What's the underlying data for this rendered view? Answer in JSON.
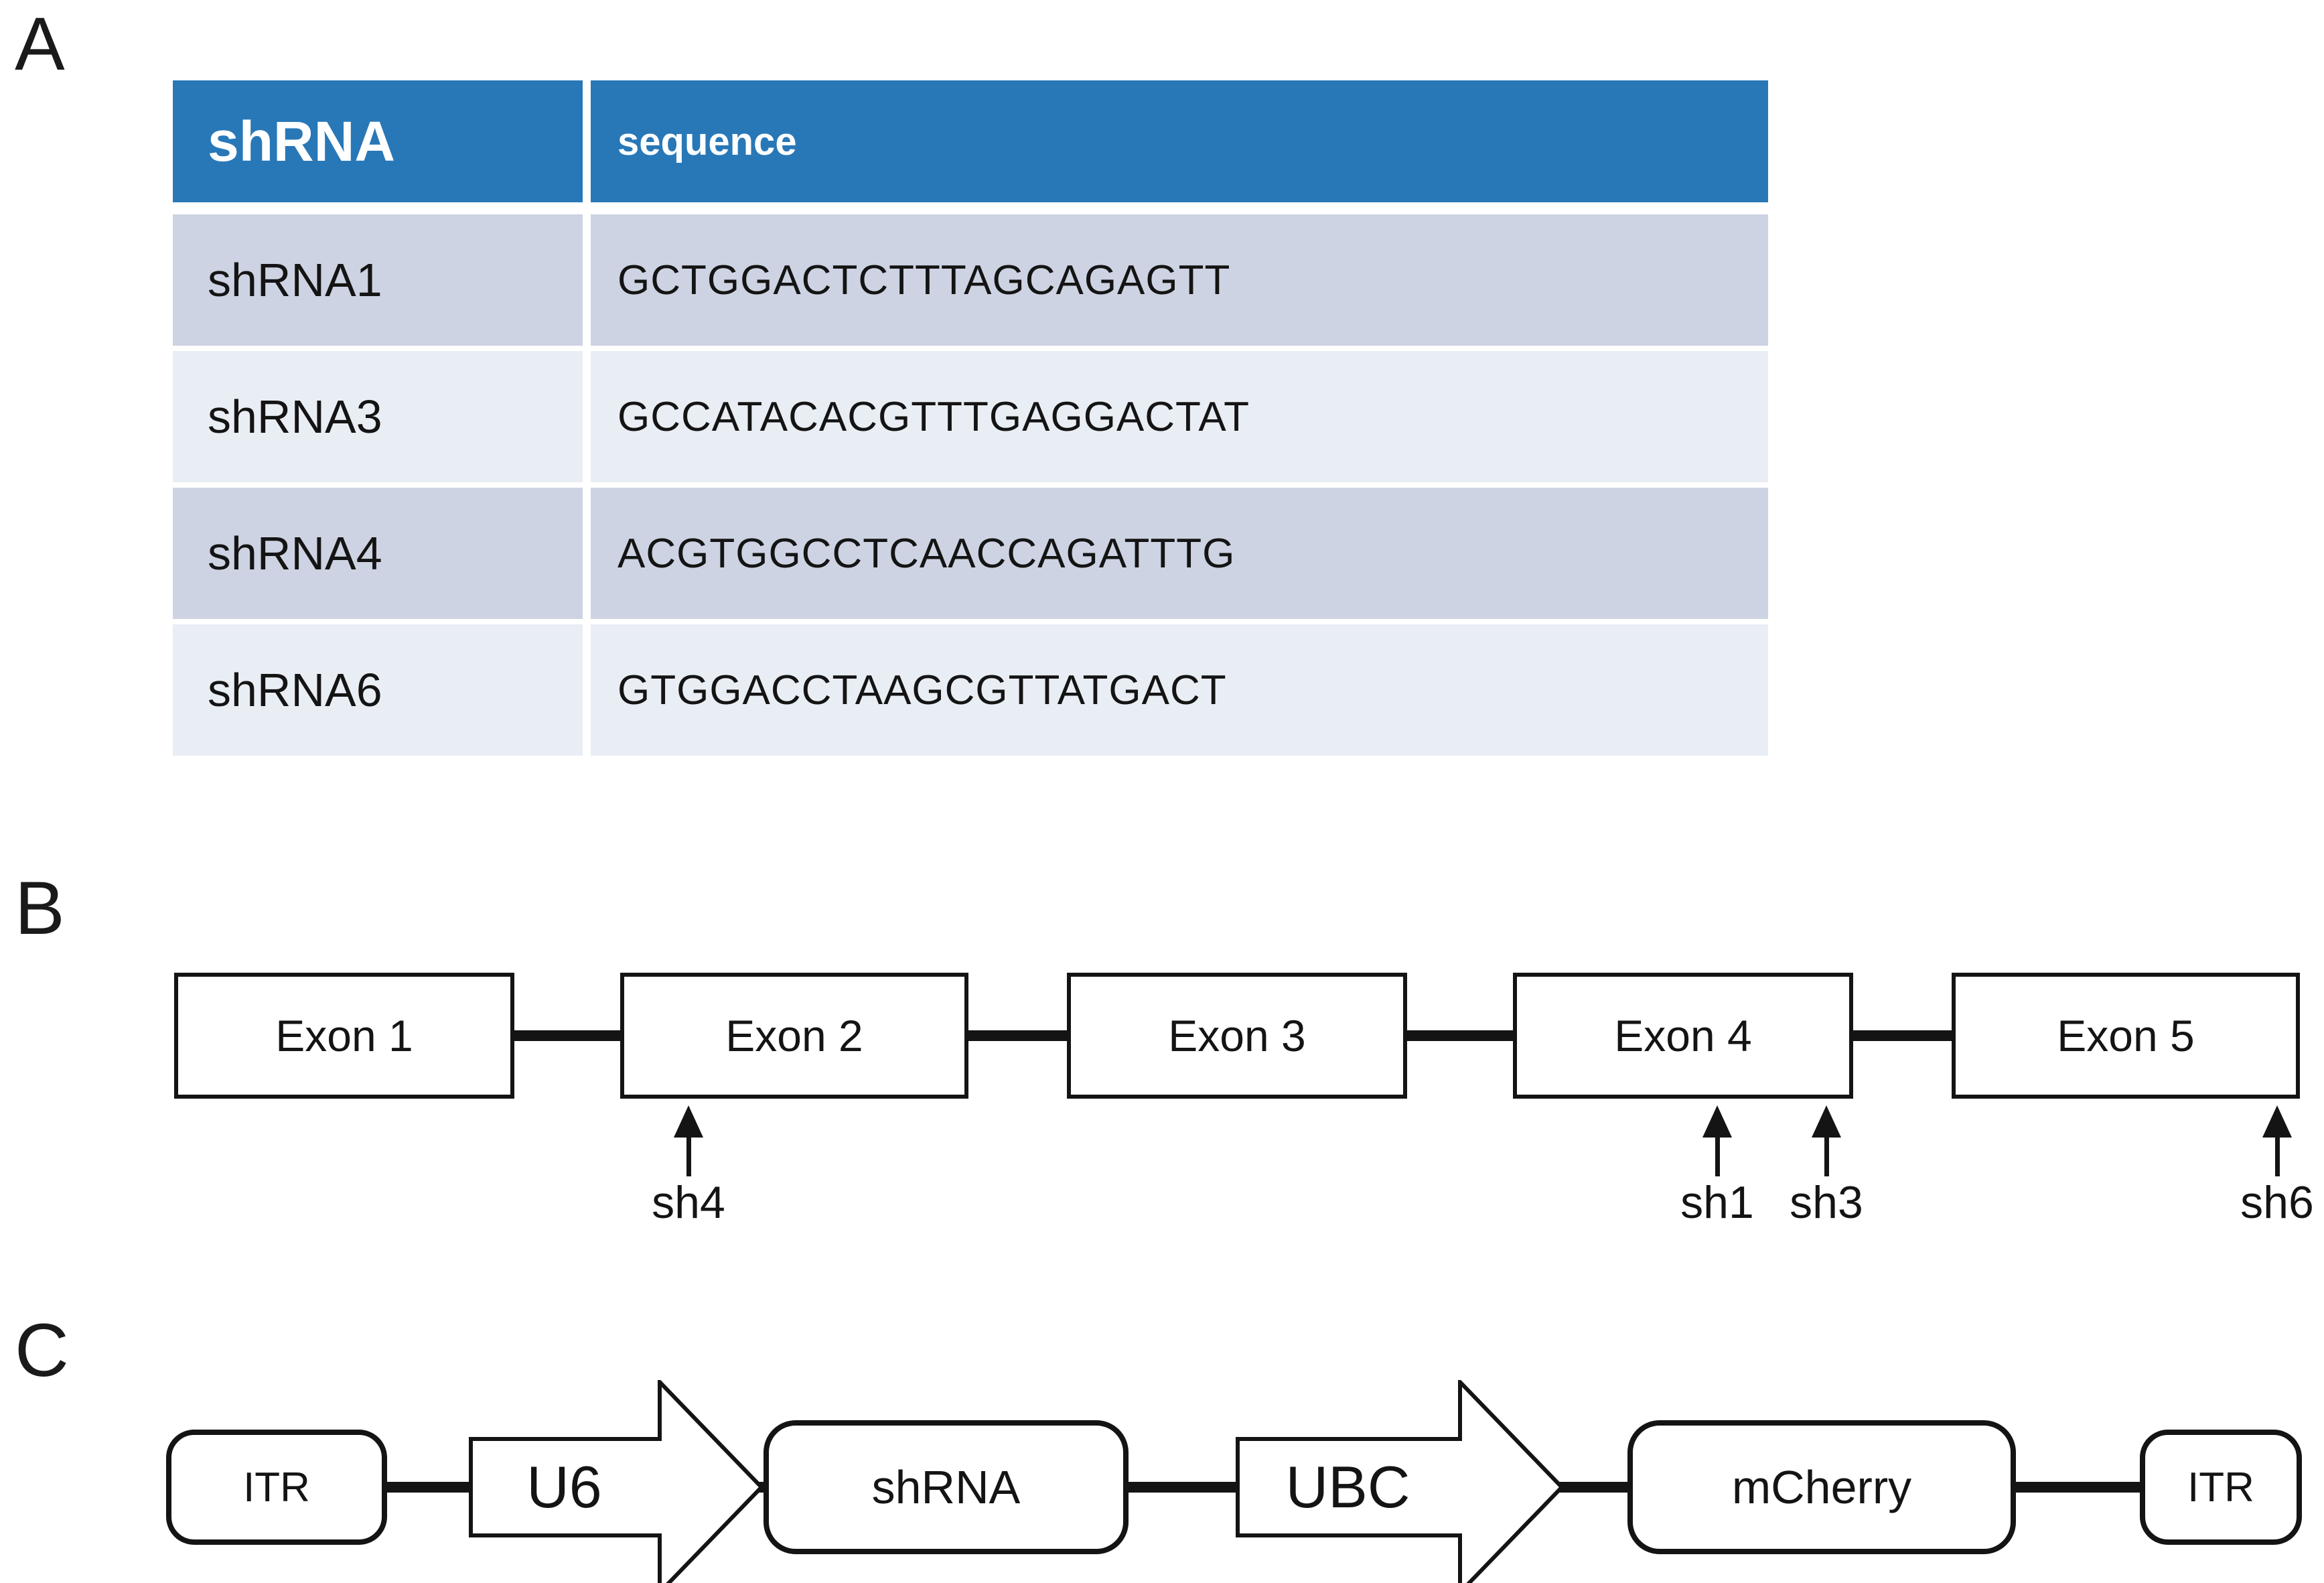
{
  "panels": {
    "a": {
      "label": "A",
      "table": {
        "columns": {
          "name": "shRNA",
          "sequence": "sequence"
        },
        "rows": [
          {
            "name": "shRNA1",
            "sequence": "GCTGGACTCTTTAGCAGAGTT"
          },
          {
            "name": "shRNA3",
            "sequence": "GCCATACACGTTTGAGGACTAT"
          },
          {
            "name": "shRNA4",
            "sequence": "ACGTGGCCTCAACCAGATTTG"
          },
          {
            "name": "shRNA6",
            "sequence": "GTGGACCTAAGCGTTATGACT"
          }
        ],
        "colors": {
          "header_bg": "#2878b8",
          "header_text": "#ffffff",
          "row_odd_bg": "#cdd3e2",
          "row_even_bg": "#e9edf4",
          "text": "#141414"
        }
      }
    },
    "b": {
      "label": "B",
      "exons": [
        "Exon 1",
        "Exon 2",
        "Exon 3",
        "Exon 4",
        "Exon 5"
      ],
      "markers": [
        {
          "label": "sh4",
          "target_exon": "Exon 2"
        },
        {
          "label": "sh1",
          "target_exon": "Exon 4"
        },
        {
          "label": "sh3",
          "target_exon": "Exon 4"
        },
        {
          "label": "sh6",
          "target_exon": "Exon 5"
        }
      ]
    },
    "c": {
      "label": "C",
      "elements": [
        {
          "type": "box",
          "label": "ITR"
        },
        {
          "type": "promoter-arrow",
          "label": "U6"
        },
        {
          "type": "box",
          "label": "shRNA"
        },
        {
          "type": "promoter-arrow",
          "label": "UBC"
        },
        {
          "type": "box",
          "label": "mCherry"
        },
        {
          "type": "box",
          "label": "ITR"
        }
      ]
    }
  }
}
